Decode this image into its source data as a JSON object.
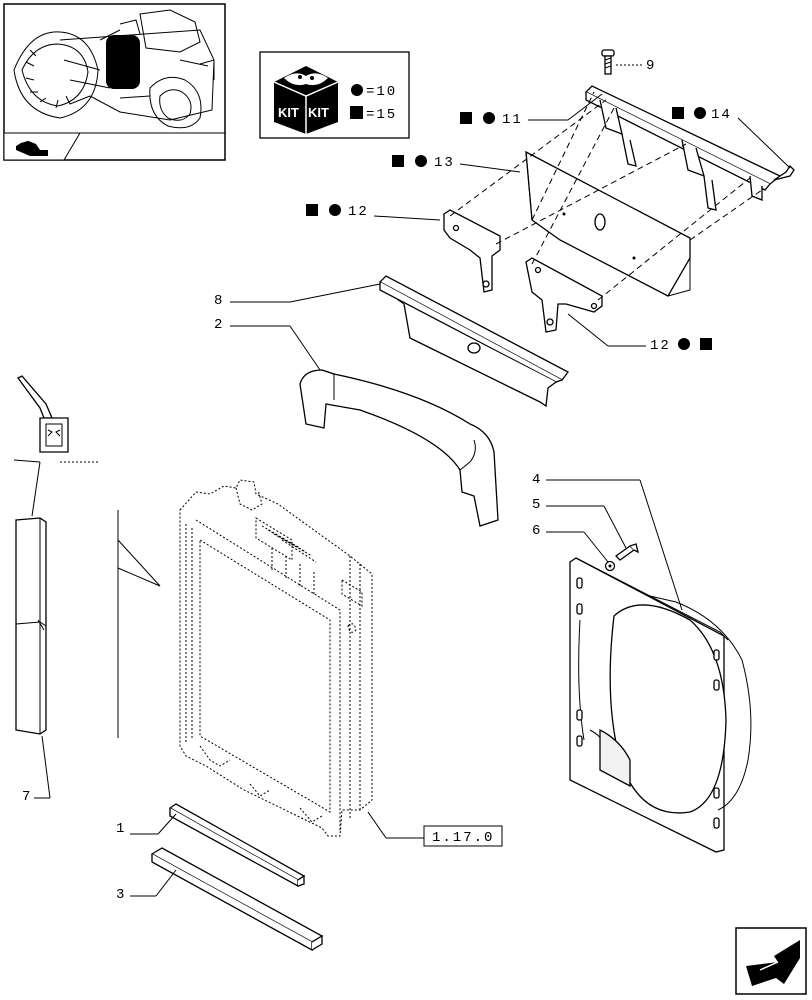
{
  "kit_legend": {
    "kit_text_1": "KIT",
    "kit_text_2": "KIT",
    "circle_qty": "=10",
    "square_qty": "=15"
  },
  "callouts": {
    "c1": "1",
    "c2": "2",
    "c3": "3",
    "c4": "4",
    "c5": "5",
    "c6": "6",
    "c7": "7",
    "c8": "8",
    "c9": "9",
    "c11": "11",
    "c12a": "12",
    "c12b": "12",
    "c13": "13",
    "c14": "14"
  },
  "reference_box": "1.17.0"
}
